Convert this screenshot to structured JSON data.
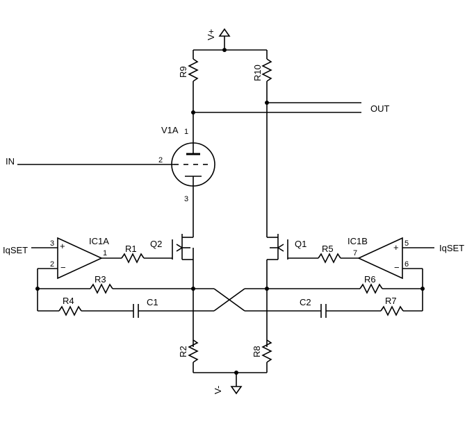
{
  "colors": {
    "wire": "#000000",
    "background": "#ffffff"
  },
  "labels": {
    "supply_pos": "V+",
    "supply_neg": "V-",
    "input": "IN",
    "output": "OUT",
    "tube": "V1A",
    "iq_left": "IqSET",
    "iq_right": "IqSET"
  },
  "components": {
    "R1": "R1",
    "R2": "R2",
    "R3": "R3",
    "R4": "R4",
    "R5": "R5",
    "R6": "R6",
    "R7": "R7",
    "R8": "R8",
    "R9": "R9",
    "R10": "R10",
    "C1": "C1",
    "C2": "C2",
    "Q1": "Q1",
    "Q2": "Q2",
    "IC1A": "IC1A",
    "IC1B": "IC1B"
  },
  "pins": {
    "tube_anode": "1",
    "tube_grid": "2",
    "tube_cathode": "3",
    "ic1a_in_plus": "3",
    "ic1a_in_minus": "2",
    "ic1a_out": "1",
    "ic1b_in_plus": "5",
    "ic1b_in_minus": "6",
    "ic1b_out": "7",
    "plus_sign": "+",
    "minus_sign": "−"
  }
}
